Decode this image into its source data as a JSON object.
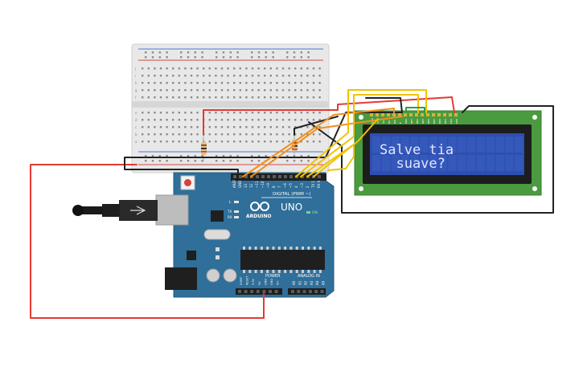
{
  "lcd": {
    "line1": "Salve tia",
    "line2": "  suave?",
    "pin_labels": [
      "GND",
      "VCC",
      "V0",
      "RS",
      "RW",
      "E",
      "DB0",
      "DB1",
      "DB2",
      "DB3",
      "DB4",
      "DB5",
      "DB6",
      "DB7",
      "LED",
      "LED"
    ]
  },
  "arduino": {
    "model_label": "UNO",
    "brand_label": "ARDUINO",
    "digital_label": "DIGITAL (PWM ~)",
    "analog_label": "ANALOG IN",
    "power_label": "POWER",
    "on_label": "ON",
    "tx_label": "TX",
    "rx_label": "RX",
    "l_label": "L",
    "digital_pins": [
      "AREF",
      "GND",
      "13",
      "12",
      "~11",
      "~10",
      "~9",
      "8",
      "7",
      "~6",
      "~5",
      "4",
      "~3",
      "2",
      "TX 1",
      "RX 0"
    ],
    "power_pins": [
      "IOREF",
      "RESET",
      "3.3V",
      "5V",
      "GND",
      "GND",
      "Vin"
    ],
    "analog_pins": [
      "A0",
      "A1",
      "A2",
      "A3",
      "A4",
      "A5"
    ]
  },
  "breadboard": {
    "row_letters_top": [
      "j",
      "i",
      "h",
      "g",
      "f"
    ],
    "row_letters_bottom": [
      "e",
      "d",
      "c",
      "b",
      "a"
    ]
  },
  "colors": {
    "wire_red": "#e53935",
    "wire_black": "#222222",
    "wire_orange": "#f0901e",
    "wire_yellow": "#f2c200",
    "wire_green": "#2e9e3c",
    "board_blue": "#2f6f9a",
    "lcd_green": "#4a9b3f",
    "lcd_screen": "#2f4fb0"
  }
}
